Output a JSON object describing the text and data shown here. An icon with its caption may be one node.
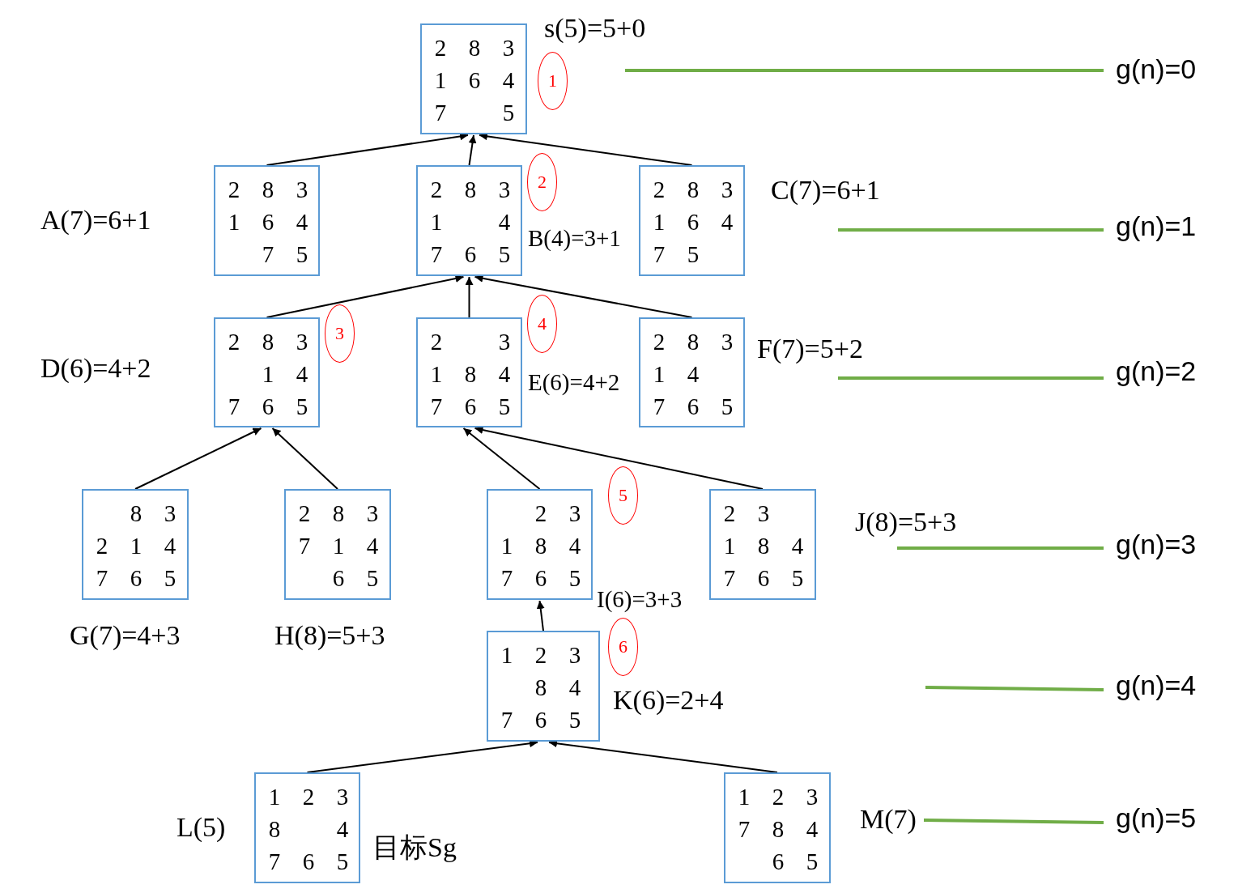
{
  "diagram": {
    "nodes": [
      {
        "text": [
          "2 8 3",
          "1 6 4",
          "7 5"
        ],
        "beside": [
          "s(5)=5+0"
        ]
      },
      {
        "text": [
          "2 8 3",
          "1 6 4",
          "7 5"
        ],
        "beside": [
          "A(7)=6+1"
        ]
      },
      {
        "text": [
          "2 8 3",
          "1 4",
          "7 6 5"
        ],
        "beside": [
          "B(4)=3+1"
        ]
      },
      {
        "text": [
          "2 8 3",
          "1 6 4",
          "7 5"
        ],
        "beside": [
          "C(7)=6+1"
        ]
      },
      {
        "text": [
          "2 8 3",
          "1 4",
          "7 6 5"
        ],
        "beside": [
          "D(6)=4+2"
        ]
      },
      {
        "text": [
          "2 3",
          "1 8 4",
          "7 6 5"
        ],
        "beside": [
          "E(6)=4+2"
        ]
      },
      {
        "text": [
          "2 8 3",
          "1 4",
          "7 6 5"
        ],
        "beside": [
          "F(7)=5+2"
        ]
      },
      {
        "text": [
          "8 3",
          "2 1 4",
          "7 6 5"
        ],
        "beside": [
          "G(7)=4+3"
        ]
      },
      {
        "text": [
          "2 8 3",
          "7 1 4",
          "6 5"
        ],
        "beside": [
          "H(8)=5+3"
        ]
      },
      {
        "text": [
          "2 3",
          "1 8 4",
          "7 6 5"
        ],
        "beside": [
          "I(6)=3+3"
        ]
      },
      {
        "text": [
          "2 3",
          "1 8 4",
          "7 6 5"
        ],
        "beside": [
          "J(8)=5+3"
        ]
      },
      {
        "text": [
          "1 2 3",
          "8 4",
          "7 6 5"
        ],
        "beside": [
          "K(6)=2+4"
        ]
      },
      {
        "text": [
          "1 2 3",
          "8 4",
          "7 6 5"
        ],
        "beside": [
          "L(5)",
          "目标Sg"
        ]
      },
      {
        "text": [
          "1 2 3",
          "7 8 4",
          "6 5"
        ],
        "beside": [
          "M(7)"
        ]
      },
      {
        "text": [
          "1"
        ]
      },
      {
        "text": [
          "2"
        ]
      },
      {
        "text": [
          "3"
        ]
      },
      {
        "text": [
          "4"
        ]
      },
      {
        "text": [
          "5"
        ]
      },
      {
        "text": [
          "6"
        ]
      }
    ],
    "edges": [
      {
        "from": 1,
        "to": 0,
        "arrow": "to"
      },
      {
        "from": 2,
        "to": 0,
        "arrow": "to"
      },
      {
        "from": 3,
        "to": 0,
        "arrow": "to"
      },
      {
        "from": 4,
        "to": 2,
        "arrow": "to"
      },
      {
        "from": 5,
        "to": 2,
        "arrow": "to"
      },
      {
        "from": 6,
        "to": 2,
        "arrow": "to"
      },
      {
        "from": 7,
        "to": 4,
        "arrow": "to"
      },
      {
        "from": 8,
        "to": 4,
        "arrow": "to"
      },
      {
        "from": 9,
        "to": 5,
        "arrow": "to"
      },
      {
        "from": 10,
        "to": 5,
        "arrow": "to"
      },
      {
        "from": 11,
        "to": 9,
        "arrow": "to"
      },
      {
        "from": 12,
        "to": 11,
        "arrow": "to"
      },
      {
        "from": 13,
        "to": 11,
        "arrow": "to"
      }
    ],
    "labels": [
      "g(n)=0",
      "g(n)=1",
      "g(n)=2",
      "g(n)=3",
      "g(n)=4",
      "g(n)=5"
    ]
  }
}
